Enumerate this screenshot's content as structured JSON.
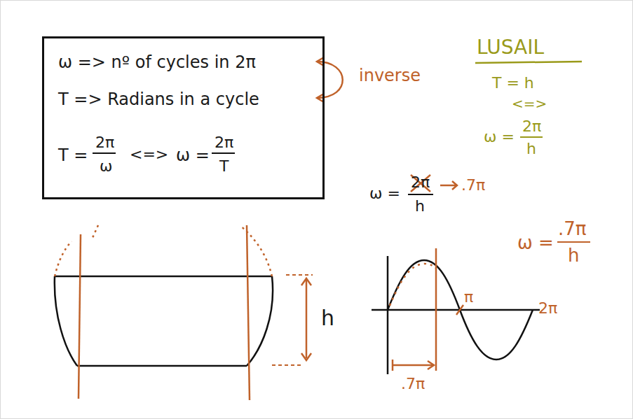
{
  "diagram": {
    "nodes": [
      {
        "text": [
          "ω => nº of cycles in 2π",
          "T => Radians in a cycle",
          "T =",
          "2π",
          "ω",
          "<=>",
          "ω =",
          "2π",
          "T"
        ]
      }
    ],
    "labels": [
      "inverse",
      "LUSAIL",
      "T = h",
      "<=>",
      "ω =",
      "2π",
      "h",
      "ω =",
      "2π",
      "h",
      ".7π",
      "ω =",
      ".7π",
      "h",
      "h",
      "π",
      "2π",
      ".7π"
    ]
  }
}
